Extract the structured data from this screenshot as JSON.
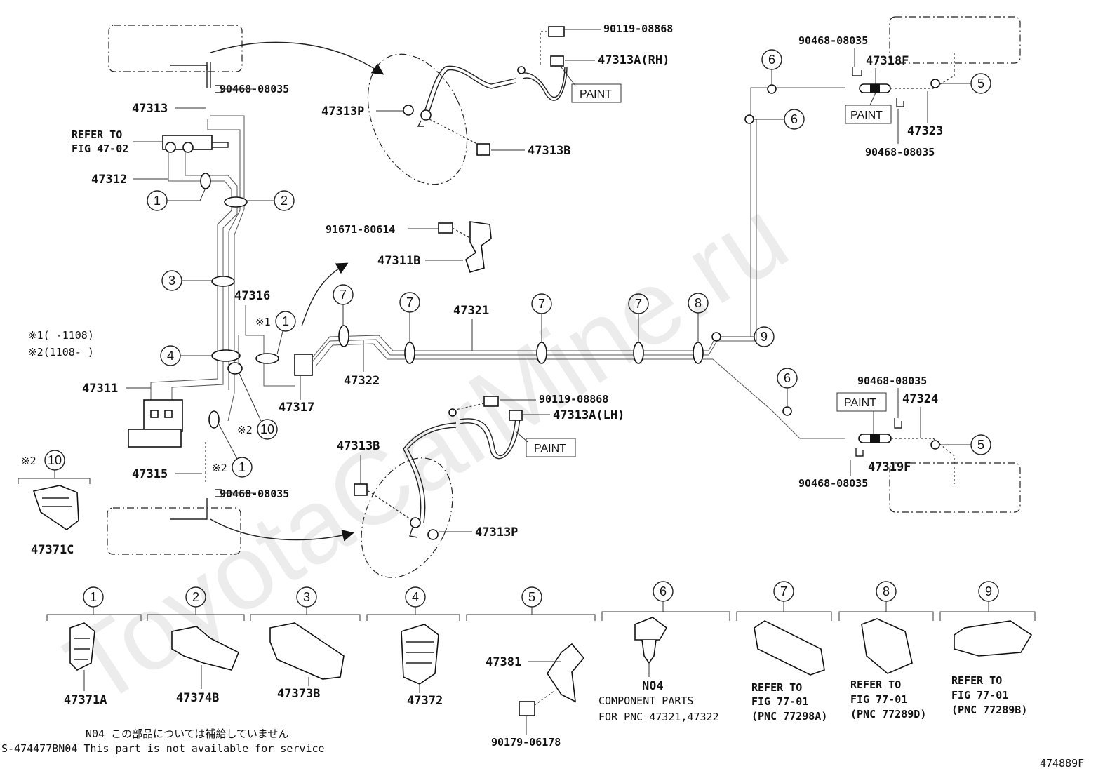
{
  "watermark": "ToyotaCarMine.ru",
  "parts": {
    "p_90119_top": "90119-08868",
    "p_47313A_RH": "47313A(RH)",
    "p_90468_a": "90468-08035",
    "p_47318F": "47318F",
    "p_47313": "47313",
    "p_47313P_top": "47313P",
    "p_47313B_top": "47313B",
    "refer_line1": "REFER TO",
    "refer_line2": "FIG 47-02",
    "p_47312": "47312",
    "p_90468_left_top": "90468-08035",
    "p_91671": "91671-80614",
    "p_47311B": "47311B",
    "p_47316": "47316",
    "p_47321": "47321",
    "p_47322": "47322",
    "p_47317": "47317",
    "p_47311": "47311",
    "p_90119_mid": "90119-08868",
    "p_47313A_LH": "47313A(LH)",
    "p_47313B_bot": "47313B",
    "p_47315": "47315",
    "p_90468_left_bot": "90468-08035",
    "p_47313P_bot": "47313P",
    "p_47371C": "47371C",
    "p_47323": "47323",
    "p_90468_b": "90468-08035",
    "p_90468_c": "90468-08035",
    "p_47324": "47324",
    "p_47319F": "47319F",
    "p_90468_d": "90468-08035",
    "note1": "※1(     -1108)",
    "note2": "※2(1108-     )",
    "mark1": "※1",
    "mark2a": "※2",
    "mark2b": "※2",
    "mark2c": "※2",
    "paint": "PAINT"
  },
  "circles": [
    "1",
    "2",
    "3",
    "4",
    "5",
    "6",
    "7",
    "8",
    "9",
    "10"
  ],
  "legend": {
    "l1": "47371A",
    "l2": "47374B",
    "l3": "47373B",
    "l4": "47372",
    "l5a": "47381",
    "l5b": "90179-06178",
    "l6a": "N04",
    "l6b": "COMPONENT PARTS",
    "l6c": "FOR PNC 47321,47322",
    "l7a": "REFER TO",
    "l7b": "FIG 77-01",
    "l7c": "(PNC 77298A)",
    "l8a": "REFER TO",
    "l8b": "FIG 77-01",
    "l8c": "(PNC 77289D)",
    "l9a": "REFER TO",
    "l9b": "FIG 77-01",
    "l9c": "(PNC 77289B)"
  },
  "footer": {
    "jp": "N04 この部品については補給していません",
    "en": "S-474477BN04 This part is not available for service",
    "figno": "474889F"
  }
}
